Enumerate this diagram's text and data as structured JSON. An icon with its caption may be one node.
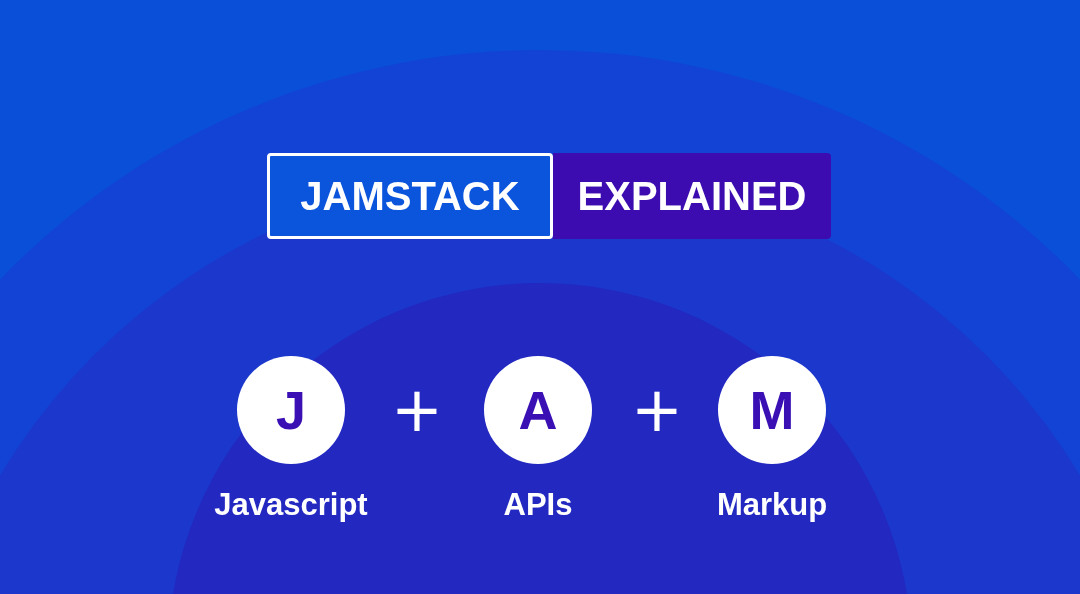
{
  "diagram": {
    "nodes": [
      {
        "text": [
          "JAMSTACK"
        ]
      },
      {
        "text": [
          "EXPLAINED"
        ]
      },
      {
        "text": [
          "J"
        ],
        "beside": [
          "Javascript"
        ]
      },
      {
        "text": [
          "A"
        ],
        "beside": [
          "APIs"
        ]
      },
      {
        "text": [
          "M"
        ],
        "beside": [
          "Markup"
        ]
      }
    ],
    "labels": [
      "+",
      "+"
    ]
  }
}
